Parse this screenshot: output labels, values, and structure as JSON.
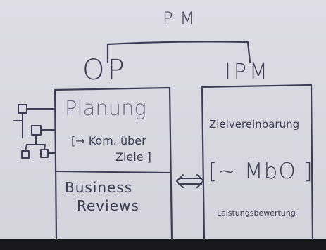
{
  "diagram": {
    "top_label": "PM",
    "left_label": "OP",
    "right_label": "IPM",
    "left_box": {
      "title": "Planung",
      "note_line1": "[→ Kom. über",
      "note_line2": "Ziele ]",
      "bottom_line1": "Business",
      "bottom_line2": "Reviews"
    },
    "right_box": {
      "item1": "Zielvereinbarung",
      "item2": "[~ MbO ]",
      "item3": "Leistungsbewertung"
    },
    "connector": "⟺"
  }
}
